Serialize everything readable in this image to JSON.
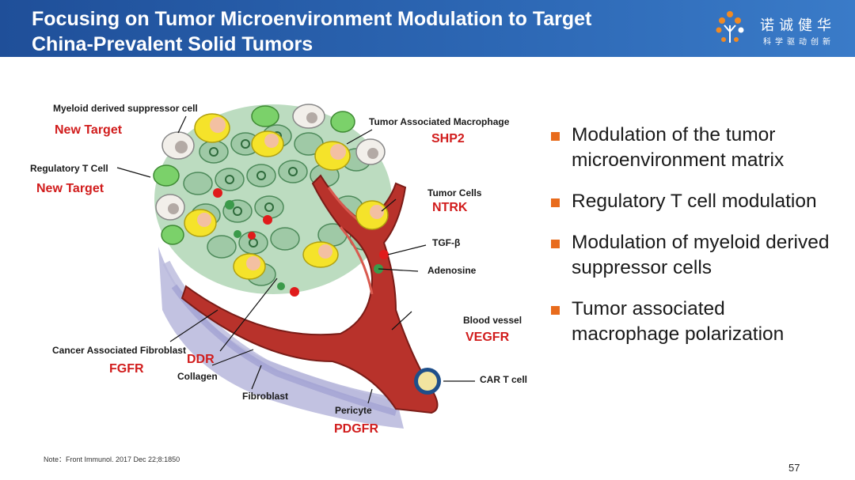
{
  "header": {
    "title_line1": "Focusing on Tumor Microenvironment Modulation to Target",
    "title_line2": "China-Prevalent Solid Tumors",
    "logo_text": "诺诚健华",
    "logo_subtext": "科学驱动创新"
  },
  "diagram": {
    "labels": {
      "myeloid": "Myeloid derived suppressor cell",
      "regulatory": "Regulatory T Cell",
      "tam": "Tumor Associated Macrophage",
      "tumor_cells": "Tumor Cells",
      "tgf": "TGF-β",
      "adenosine": "Adenosine",
      "blood_vessel": "Blood vessel",
      "caf": "Cancer Associated Fibroblast",
      "collagen": "Collagen",
      "fibroblast": "Fibroblast",
      "pericyte": "Pericyte",
      "car_t": "CAR T cell"
    },
    "targets": {
      "myeloid": "New Target",
      "regulatory": "New Target",
      "tam": "SHP2",
      "tumor_cells": "NTRK",
      "blood_vessel": "VEGFR",
      "caf": "FGFR",
      "collagen": "DDR",
      "pericyte": "PDGFR"
    }
  },
  "bullets": [
    "Modulation of the tumor microenvironment matrix",
    "Regulatory T cell modulation",
    "Modulation of myeloid derived suppressor cells",
    "Tumor associated macrophage polarization"
  ],
  "footer": {
    "note": "Note：Front Immunol. 2017 Dec 22;8:1850",
    "page": "57"
  },
  "colors": {
    "header": "#2d68b5",
    "target_red": "#d11c1c",
    "bullet_orange": "#e86b1c",
    "vessel": "#c0392b",
    "tumor_cell": "#9fc9a6"
  }
}
